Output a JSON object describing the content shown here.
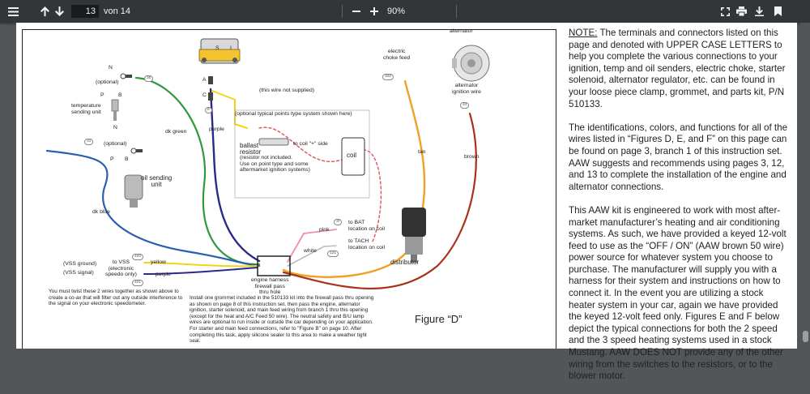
{
  "toolbar": {
    "page_current": "13",
    "page_total_label": "von 14",
    "zoom_level": "90%"
  },
  "diagram": {
    "labels": {
      "alternator": "alternator",
      "electric_choke": "electric\nchoke feed",
      "alternator_ignition": "alternator\nignition wire",
      "wire_not_supplied": "(this wire not supplied)",
      "optional_points": "(optional typical points type system shown here)",
      "ballast_resistor": "ballast\nresistor",
      "resistor_note": "(resistor not included.\nUse on point type and some\naftermarket ignition systems)",
      "to_coil": "to coil \"+\" side",
      "coil": "coil",
      "temp_sending": "temperature\nsending unit",
      "oil_sending": "oil sending\nunit",
      "dk_green": "dk green",
      "dk_blue": "dk blue",
      "purple_upper": "purple",
      "tan": "tan",
      "brown": "brown",
      "pink": "pink",
      "white": "white",
      "to_bat": "to BAT\nlocation on coil",
      "to_tach": "to TACH\nlocation on coil",
      "distributor": "distributor",
      "harness": "engine harness\nfirewall pass\nthru hole",
      "vss_ground": "(VSS ground)",
      "vss_signal": "(VSS signal)",
      "to_vss": "to VSS\n(electronic\nspeedo only)",
      "yellow": "yellow",
      "purple_lower": "purple",
      "twist_note": "You must twist these 2 wires together as shown above to create a co-ax that will filter out any outside interference to the signal on your electronic speedometer.",
      "grommet_note": "Install one grommet included in the 510133 kit into the firewall pass thru opening as shown on page 8 of this instruction set, then pass the engine, alternator ignition, starter solenoid, and main feed wiring from branch 1 thru this opening (except for the heat and A/C Feed 50 wire). The neutral safety and B/U lamp wires are optional to run inside or outside the car depending on your application. For starter and main feed connections, refer to \"Figure B\" on page 10. After completing this task, apply silicone sealer to this area to make a weather tight seal.",
      "n_top": "N",
      "optional_top": "(optional)",
      "p_top": "P",
      "b_top": "B",
      "n_mid": "N",
      "optional_mid": "(optional)",
      "p_mid": "P",
      "b_mid": "B",
      "sol_a": "A",
      "sol_c": "C",
      "sol_s": "S",
      "sol_i": "I",
      "tag_35": "35",
      "tag_31": "31",
      "tag_8": "8",
      "tag_300": "300",
      "tag_40": "40",
      "tag_3f": "3f",
      "tag_121": "121",
      "tag_400": "400",
      "tag_401": "401"
    },
    "figure_title": "Figure “D”"
  },
  "notes": {
    "p1_underlined": "NOTE:",
    "p1": " The terminals and connectors listed on this page and denoted with UPPER CASE LETTERS to help you complete the various connections to your ignition, temp and oil senders, electric choke, starter solenoid, alternator regulator, etc. can be found in your loose piece clamp, grommet, and parts kit, P/N 510133.",
    "p2": "The identifications, colors, and functions for all of the wires listed in “Figures D, E, and F” on this page can be found on page 3, branch 1 of this instruction set. AAW suggests and recommends using pages 3, 12, and 13 to complete the installation of the engine and alternator connections.",
    "p3": "This AAW kit is engineered to work with most after-market manufacturer’s heating and air conditioning systems. As such, we have provided a keyed 12-volt feed to use as the “OFF / ON” (AAW brown 50 wire) power source for whatever system you choose to purchase. The manufacturer will supply you with a harness for their system and instructions on how to connect it. In the event you are utilizing a stock heater system in your car, again we have provided the keyed 12-volt feed only. Figures E and F below depict the typical connections for both the 2 speed and the 3 speed heating systems used in a stock Mustang. AAW DOES NOT provide any of the other wiring from the switches to the resistors, or to the blower motor."
  },
  "colors": {
    "toolbar_bg": "#323639",
    "viewer_bg": "#525659",
    "wire_dk_green": "#2e9a3c",
    "wire_dk_blue": "#2b5fb0",
    "wire_purple": "#2a2a8c",
    "wire_tan": "#f0a025",
    "wire_brown": "#a83218",
    "wire_yellow": "#f2d316",
    "wire_pink": "#f08cb8",
    "wire_white": "#bbbbbb",
    "wire_red_dashed": "#e0505a"
  },
  "icons": [
    "sidebar-menu-icon",
    "arrow-up-icon",
    "arrow-down-icon",
    "zoom-out-icon",
    "zoom-in-icon",
    "fit-page-icon",
    "print-icon",
    "download-icon",
    "bookmark-icon"
  ]
}
